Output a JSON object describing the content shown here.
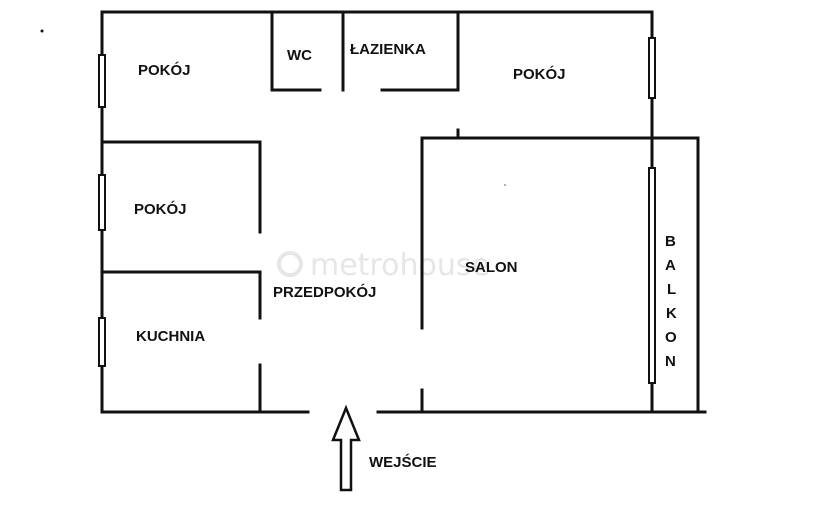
{
  "rooms": {
    "pokoj_top_left": "POKÓJ",
    "wc": "WC",
    "lazienka": "ŁAZIENKA",
    "pokoj_top_right": "POKÓJ",
    "pokoj_middle_left": "POKÓJ",
    "salon": "SALON",
    "przedpokoj": "PRZEDPOKÓJ",
    "kuchnia": "KUCHNIA"
  },
  "balkon_letters": [
    "B",
    "A",
    "L",
    "K",
    "O",
    "N"
  ],
  "entrance": "WEJŚCIE",
  "watermark": "metrohouse"
}
